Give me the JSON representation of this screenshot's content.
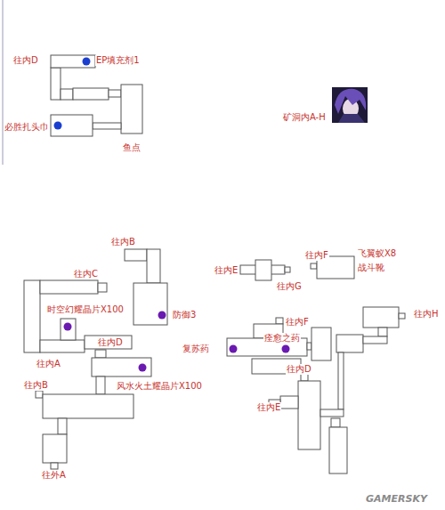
{
  "diagram": {
    "labels": [
      "往内D",
      "EP填充剂1",
      "必胜扎头巾",
      "鱼点",
      "矿洞内A-H",
      "往内B",
      "往内C",
      "往内E",
      "往内G",
      "往内F",
      "飞翼蚁X8",
      "战斗靴",
      "时空幻耀晶片X100",
      "防御3",
      "往内H",
      "往内F",
      "往内A",
      "往内D",
      "复苏药",
      "痊愈之药",
      "往内B",
      "风水火土耀晶片X100",
      "往内D",
      "往内E",
      "往外A",
      "GAMERSKY"
    ]
  }
}
